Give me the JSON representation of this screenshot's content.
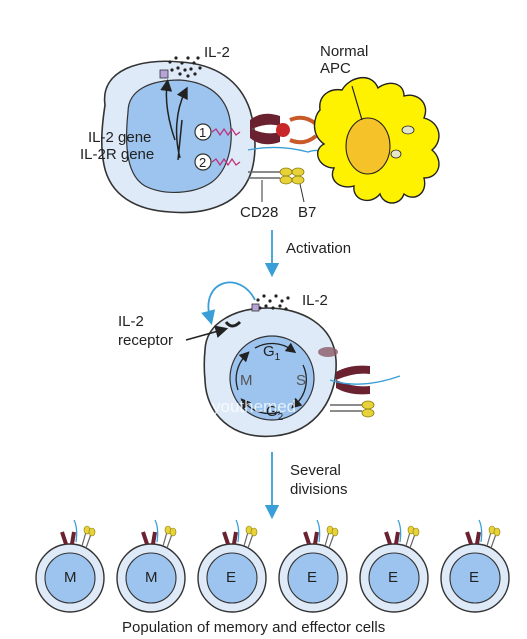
{
  "top": {
    "il2_label": "IL-2",
    "apc_label_line1": "Normal",
    "apc_label_line2": "APC",
    "il2_gene_label": "IL-2 gene",
    "il2r_gene_label": "IL-2R gene",
    "step1": "1",
    "step2": "2",
    "cd28_label": "CD28",
    "b7_label": "B7"
  },
  "arrow1_label": "Activation",
  "middle": {
    "il2_label": "IL-2",
    "receptor_line1": "IL-2",
    "receptor_line2": "receptor",
    "phase_g1": "G",
    "phase_g1_sub": "1",
    "phase_s": "S",
    "phase_m": "M",
    "phase_g2": "G",
    "phase_g2_sub": "2",
    "watermark": "youthemed"
  },
  "arrow2_label_line1": "Several",
  "arrow2_label_line2": "divisions",
  "cells": [
    "M",
    "M",
    "E",
    "E",
    "E",
    "E"
  ],
  "caption": "Population of memory and effector cells",
  "colors": {
    "cell_outer": "#dfeaf8",
    "cell_inner": "#9cc4ee",
    "apc_yellow": "#fff200",
    "apc_nucleus": "#f6c22a",
    "arrow_blue": "#3a9fd6",
    "receptor_maroon": "#6b2230",
    "costim_yellow": "#e8d23a"
  }
}
